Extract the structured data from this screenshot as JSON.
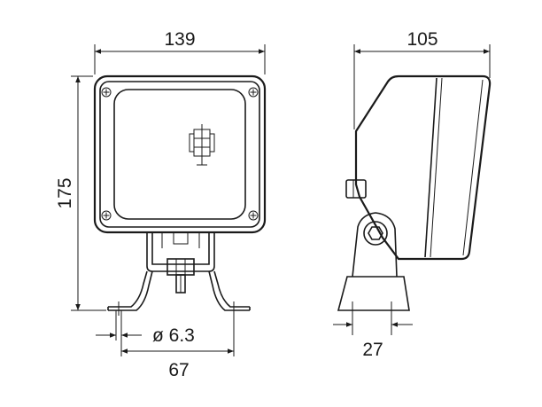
{
  "dimensions": {
    "width_front": "139",
    "height_front": "175",
    "depth_side": "105",
    "hole_diameter": "ø 6.3",
    "hole_spacing": "67",
    "bracket_width_side": "27"
  }
}
